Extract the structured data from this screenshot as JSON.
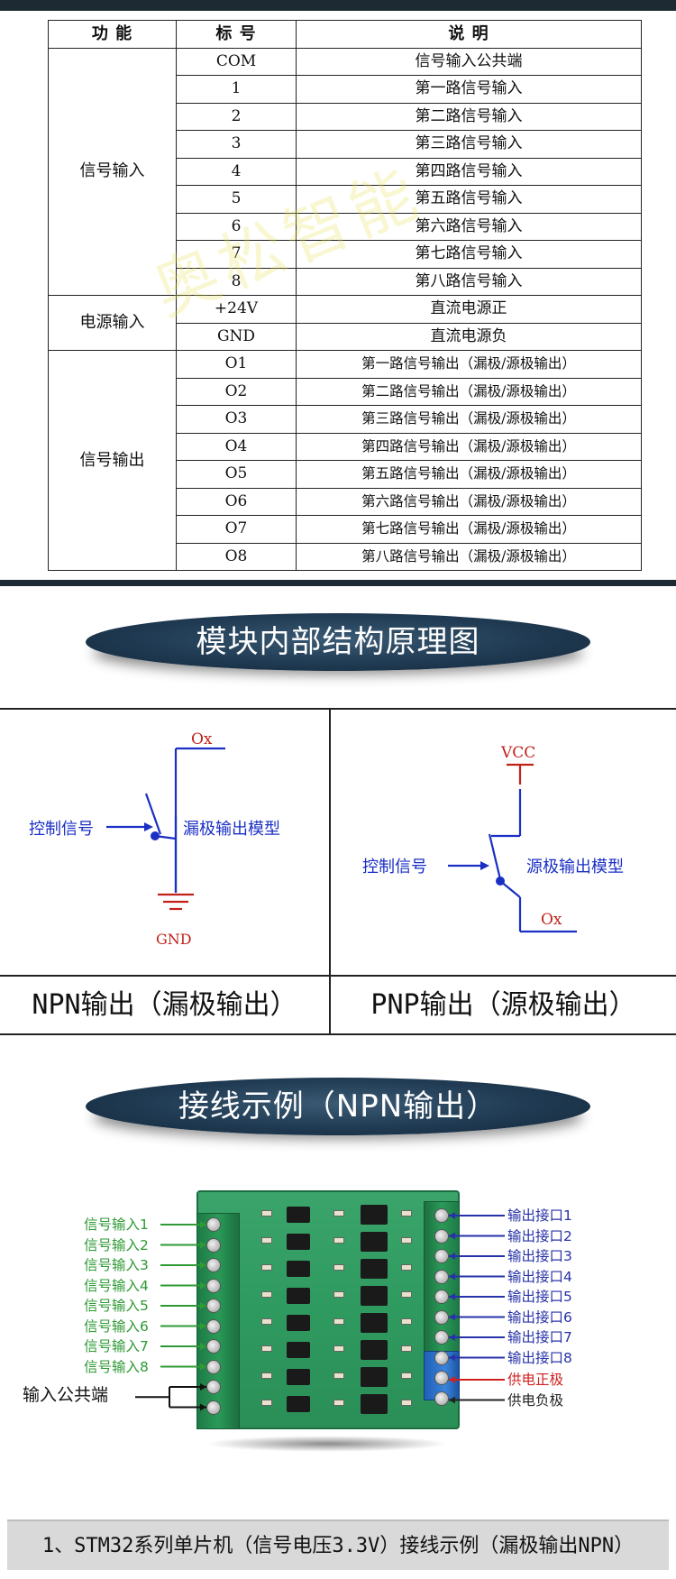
{
  "table": {
    "headers": [
      "功  能",
      "标  号",
      "说  明"
    ],
    "groups": [
      {
        "function": "信号输入",
        "rows": [
          {
            "pin": "COM",
            "desc": "信号输入公共端"
          },
          {
            "pin": "1",
            "desc": "第一路信号输入"
          },
          {
            "pin": "2",
            "desc": "第二路信号输入"
          },
          {
            "pin": "3",
            "desc": "第三路信号输入"
          },
          {
            "pin": "4",
            "desc": "第四路信号输入"
          },
          {
            "pin": "5",
            "desc": "第五路信号输入"
          },
          {
            "pin": "6",
            "desc": "第六路信号输入"
          },
          {
            "pin": "7",
            "desc": "第七路信号输入"
          },
          {
            "pin": "8",
            "desc": "第八路信号输入"
          }
        ]
      },
      {
        "function": "电源输入",
        "rows": [
          {
            "pin": "+24V",
            "desc": "直流电源正"
          },
          {
            "pin": "GND",
            "desc": "直流电源负"
          }
        ]
      },
      {
        "function": "信号输出",
        "rows": [
          {
            "pin": "O1",
            "desc": "第一路信号输出（漏极/源极输出）"
          },
          {
            "pin": "O2",
            "desc": "第二路信号输出（漏极/源极输出）"
          },
          {
            "pin": "O3",
            "desc": "第三路信号输出（漏极/源极输出）"
          },
          {
            "pin": "O4",
            "desc": "第四路信号输出（漏极/源极输出）"
          },
          {
            "pin": "O5",
            "desc": "第五路信号输出（漏极/源极输出）"
          },
          {
            "pin": "O6",
            "desc": "第六路信号输出（漏极/源极输出）"
          },
          {
            "pin": "O7",
            "desc": "第七路信号输出（漏极/源极输出）"
          },
          {
            "pin": "O8",
            "desc": "第八路信号输出（漏极/源极输出）"
          }
        ]
      }
    ]
  },
  "banner1": {
    "text": "模块内部结构原理图"
  },
  "schematic": {
    "npn": {
      "top_label": "Ox",
      "control_label": "控制信号",
      "model_label": "漏极输出模型",
      "ground_label": "GND",
      "caption": "NPN输出（漏极输出）"
    },
    "pnp": {
      "top_label": "VCC",
      "control_label": "控制信号",
      "model_label": "源极输出模型",
      "bottom_label": "Ox",
      "caption": "PNP输出（源极输出）"
    }
  },
  "banner2": {
    "text": "接线示例（NPN输出）"
  },
  "wiring": {
    "inputs": [
      "信号输入1",
      "信号输入2",
      "信号输入3",
      "信号输入4",
      "信号输入5",
      "信号输入6",
      "信号输入7",
      "信号输入8"
    ],
    "common": "输入公共端",
    "outputs": [
      "输出接口1",
      "输出接口2",
      "输出接口3",
      "输出接口4",
      "输出接口5",
      "输出接口6",
      "输出接口7",
      "输出接口8"
    ],
    "power_pos": "供电正极",
    "power_neg": "供电负极"
  },
  "footer": {
    "text": "1、STM32系列单片机（信号电压3.3V）接线示例（漏极输出NPN）"
  },
  "colors": {
    "banner": "#1f3a52",
    "schematic_blue": "#1a2fc4",
    "schematic_red": "#c0221a",
    "input_green": "#2e9a35",
    "output_blue": "#2732a8",
    "power_red": "#d02020"
  }
}
